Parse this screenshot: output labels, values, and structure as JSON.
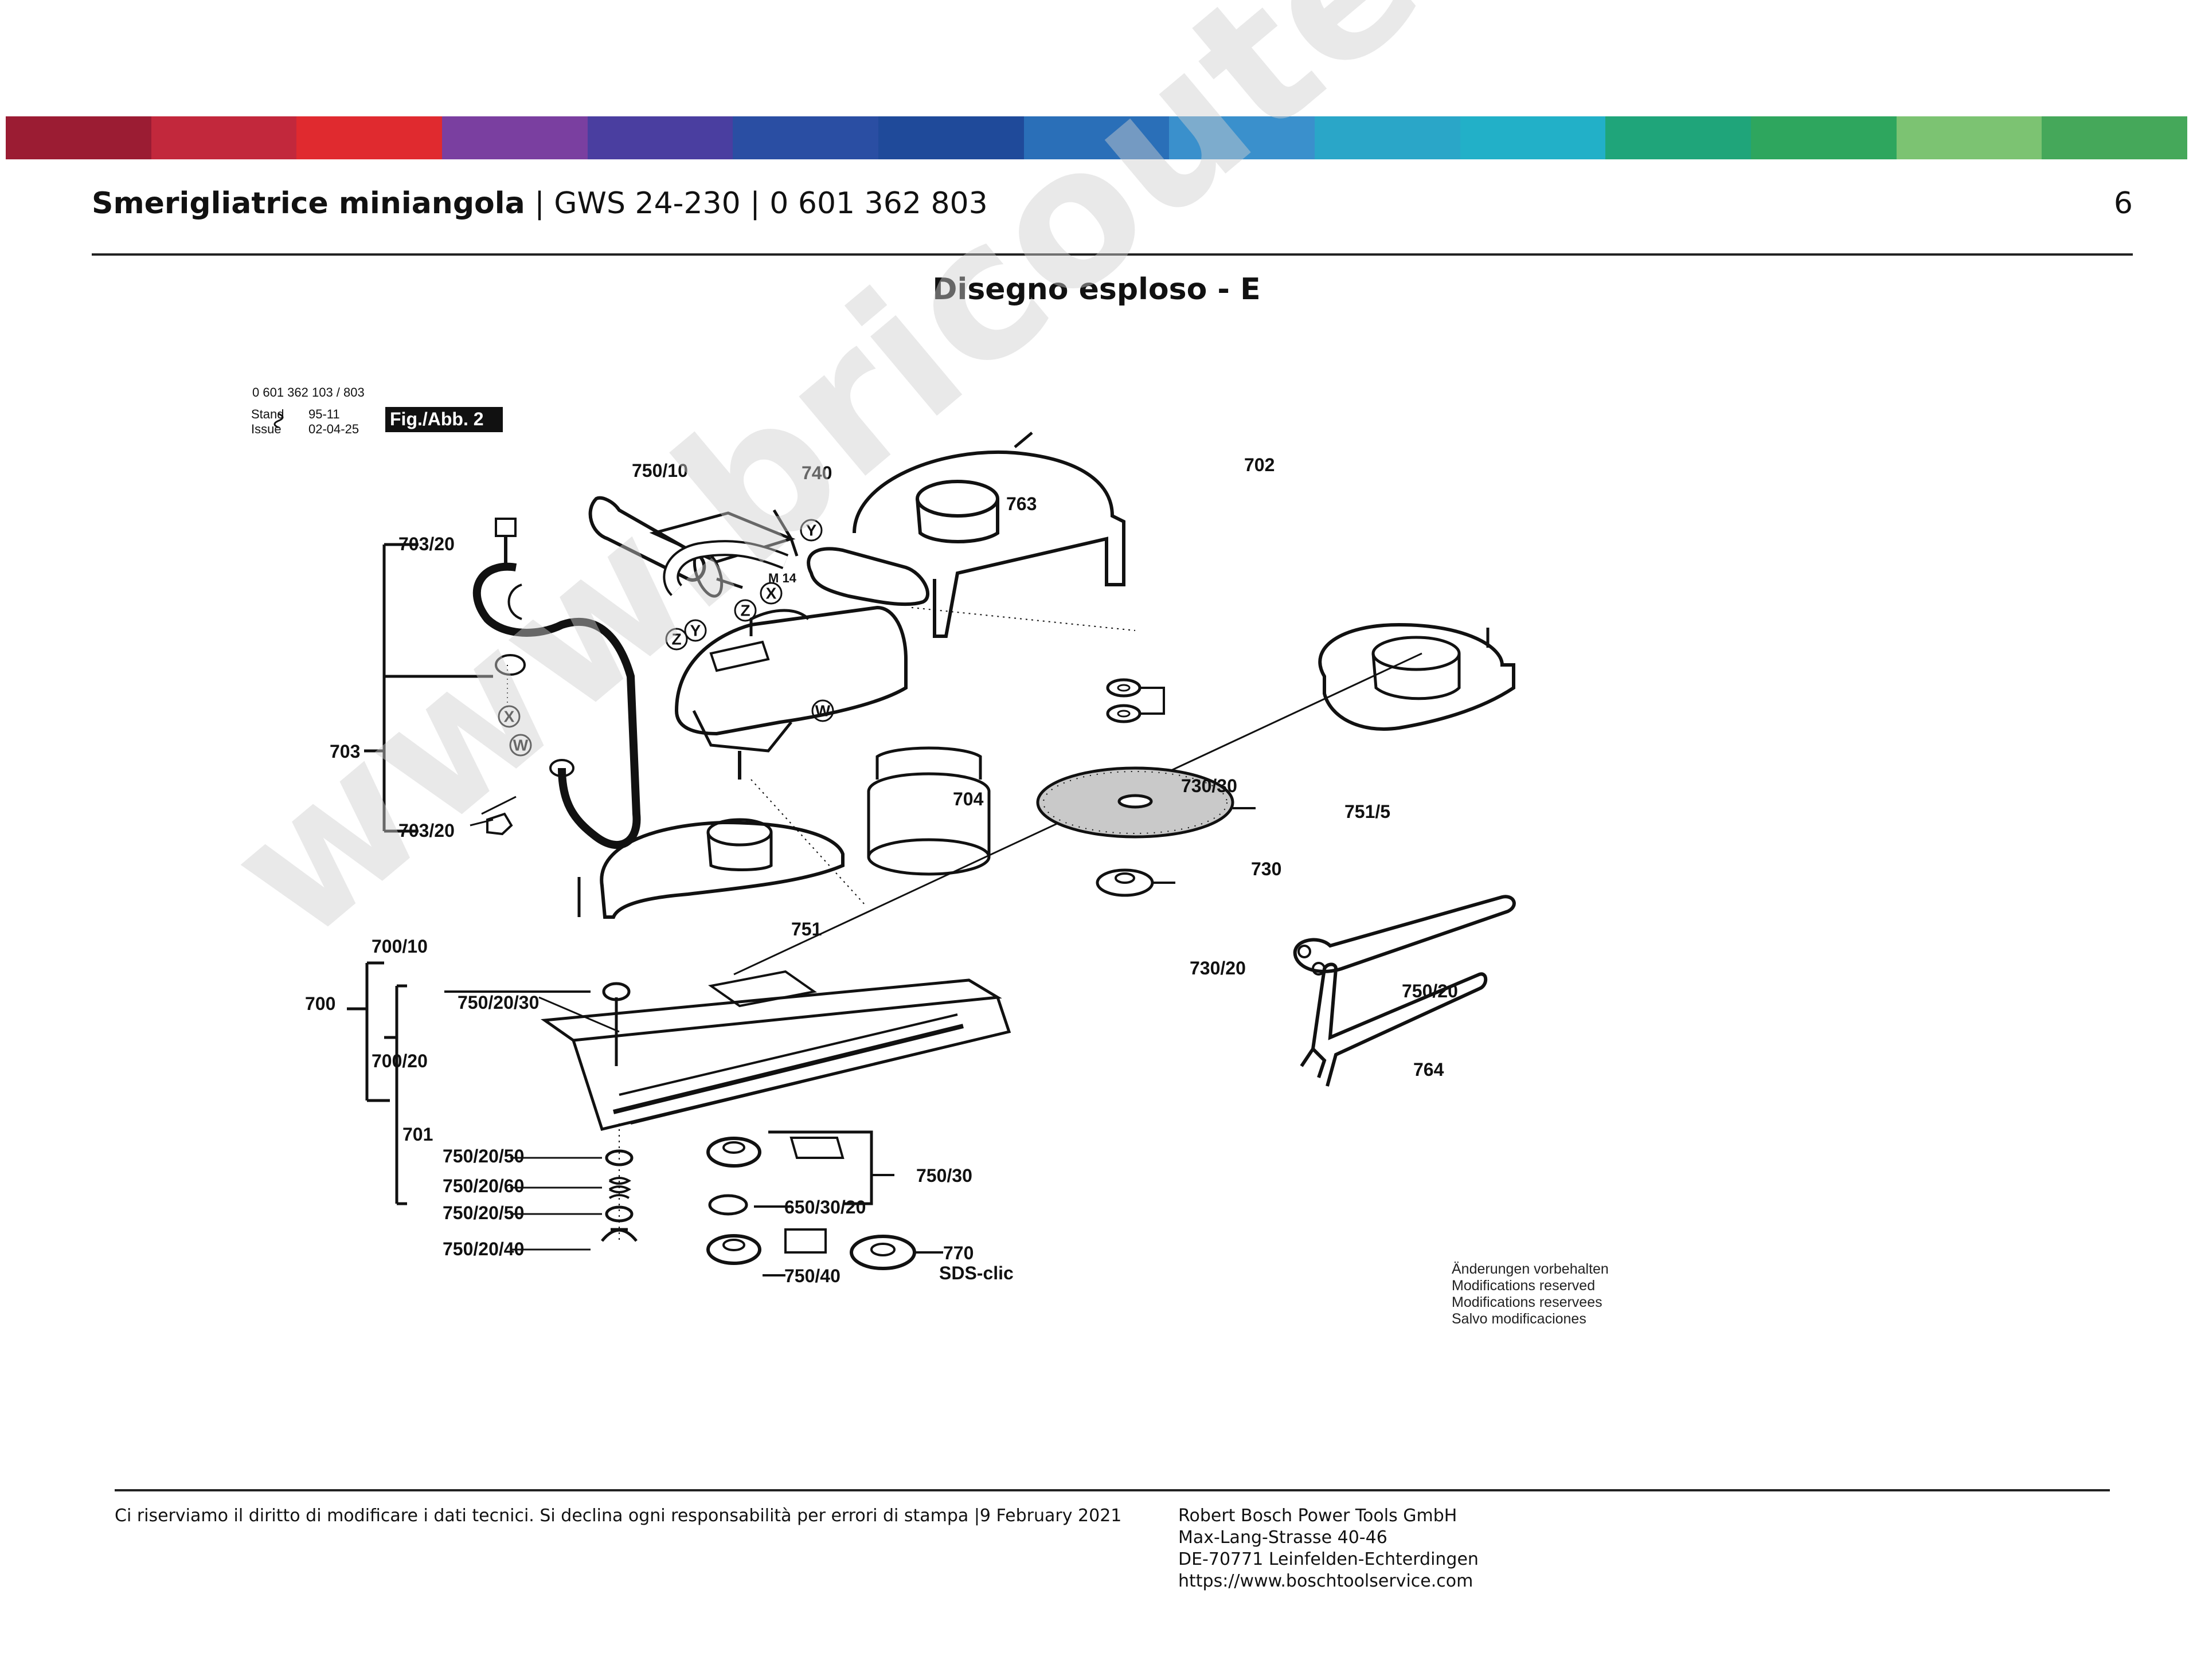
{
  "header": {
    "title_bold": "Smerigliatrice miniangola",
    "title_rest": " | GWS 24-230 | 0 601 362 803",
    "page_number": "6"
  },
  "subtitle": "Disegno esploso - E",
  "band_colors": [
    "#9b1c33",
    "#c2283c",
    "#e02a2f",
    "#7a3fa0",
    "#4a3ea0",
    "#2a4ea3",
    "#1f4a9a",
    "#2a6fb8",
    "#3a90cc",
    "#2aa6c8",
    "#22b0c8",
    "#1fa57a",
    "#2ea65e",
    "#7cc372",
    "#45a85a"
  ],
  "diagram": {
    "ref_code": "0 601 362 103 / 803",
    "stand_label": "Stand",
    "issue_label": "Issue",
    "stand_value": "95-11",
    "issue_value": "02-04-25",
    "fig_label": "Fig./Abb. 2",
    "labels": {
      "p703_20a": "703/20",
      "p703": "703",
      "p703_20b": "703/20",
      "p750_10": "750/10",
      "m14": "M 14",
      "p740": "740",
      "p763": "763",
      "p702": "702",
      "p751_5": "751/5",
      "p730_30": "730/30",
      "p730": "730",
      "p730_20": "730/20",
      "p704": "704",
      "p751": "751",
      "p700_10": "700/10",
      "p700": "700",
      "p700_20": "700/20",
      "p750_20_30": "750/20/30",
      "p701": "701",
      "p750_20_50a": "750/20/50",
      "p750_20_60": "750/20/60",
      "p750_20_50b": "750/20/50",
      "p750_20_40": "750/20/40",
      "p750_30": "750/30",
      "p650_30_20": "650/30/20",
      "p770": "770",
      "sds": "SDS-clic",
      "p750_40": "750/40",
      "p750_20": "750/20",
      "p764": "764"
    },
    "letters": {
      "x1": "X",
      "w1": "W",
      "z1": "Z",
      "y1": "Y",
      "x2": "X",
      "w2": "W",
      "z2": "Z",
      "y2": "Y"
    }
  },
  "notes": [
    "Änderungen vorbehalten",
    "Modifications reserved",
    "Modifications reservees",
    "Salvo modificaciones"
  ],
  "footer": {
    "disclaimer": "Ci riserviamo il diritto di modificare i dati tecnici. Si declina ogni responsabilità per errori di stampa |9 February 2021",
    "company": "Robert Bosch Power Tools GmbH",
    "street": "Max-Lang-Strasse 40-46",
    "city": "DE-70771 Leinfelden-Echterdingen",
    "url": "https://www.boschtoolservice.com"
  },
  "watermark": "www.bricoutensili.com"
}
